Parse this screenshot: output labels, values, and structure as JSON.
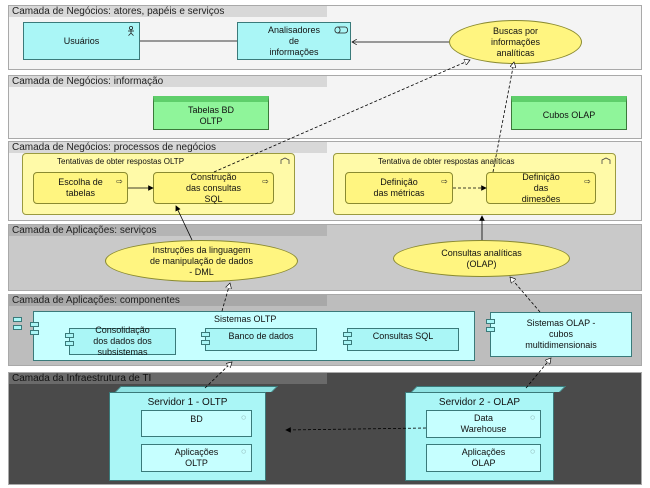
{
  "layers": {
    "business_actors": "Camada de Negócios: atores, papéis e serviços",
    "business_info": "Camada de Negócios: informação",
    "business_process": "Camada de Negócios: processos de negócios",
    "app_services": "Camada de Aplicações: serviços",
    "app_components": "Camada de Aplicações: componentes",
    "infra": "Camada da Infraestrutura de TI"
  },
  "actors": {
    "usuarios": "Usuários",
    "analisadores": "Analisadores\nde\ninformações",
    "buscas": "Buscas por\ninformações\nanalíticas"
  },
  "info": {
    "tabelas": "Tabelas BD\nOLTP",
    "cubos": "Cubos OLAP"
  },
  "process": {
    "oltp_group": "Tentativas de obter respostas OLTP",
    "escolha": "Escolha de\ntabelas",
    "construcao": "Construção\ndas consultas\nSQL",
    "analytic_group": "Tentativa de obter respostas analíticas",
    "definicao_metricas": "Definição\ndas métricas",
    "definicao_dimensoes": "Definição\ndas\ndimesões"
  },
  "services": {
    "instrucoes": "Instruções da linguagem\nde manipulação de dados\n- DML",
    "consultas": "Consultas analíticas\n(OLAP)"
  },
  "components": {
    "sistemas_oltp": "Sistemas OLTP",
    "consolidacao": "Consolidação\ndos dados dos\nsubsistemas",
    "banco": "Banco de dados",
    "consultas_sql": "Consultas SQL",
    "sistemas_olap": "Sistemas OLAP -\ncubos\nmultidimensionais"
  },
  "infra": {
    "servidor1": "Servidor 1 - OLTP",
    "bd": "BD",
    "aplicacoes1": "Aplicações\nOLTP",
    "servidor2": "Servidor 2 - OLAP",
    "dw": "Data\nWarehouse",
    "aplicacoes2": "Aplicações\nOLAP"
  }
}
